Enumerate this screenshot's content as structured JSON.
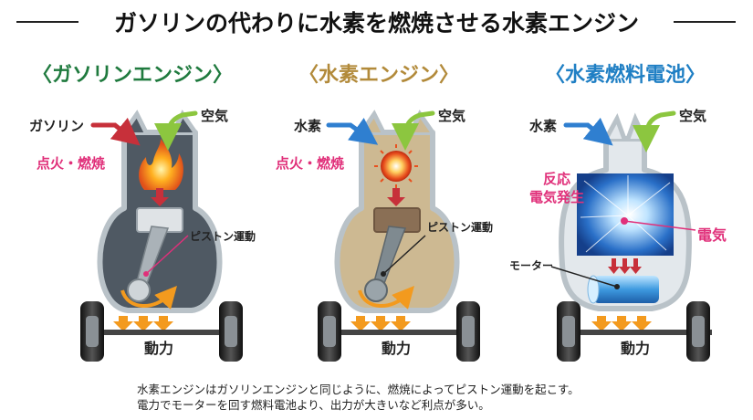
{
  "title": "ガソリンの代わりに水素を燃焼させる水素エンジン",
  "panels": {
    "gasoline": {
      "heading": "〈ガソリンエンジン〉",
      "fuel": "ガソリン",
      "air": "空気",
      "ignition": "点火・燃焼",
      "piston": "ピストン運動",
      "power": "動力"
    },
    "hydrogen": {
      "heading": "〈水素エンジン〉",
      "fuel": "水素",
      "air": "空気",
      "ignition": "点火・燃焼",
      "piston": "ピストン運動",
      "power": "動力"
    },
    "fuelcell": {
      "heading": "〈水素燃料電池〉",
      "fuel": "水素",
      "air": "空気",
      "reaction": "反応\n電気発生",
      "reaction_line1": "反応",
      "reaction_line2": "電気発生",
      "electricity": "電気",
      "motor": "モーター",
      "power": "動力"
    }
  },
  "caption": {
    "line1": "水素エンジンはガソリンエンジンと同じように、燃焼によってピストン運動を起こす。",
    "line2": "電力でモーターを回す燃料電池より、出力が大きいなど利点が多い。"
  },
  "colors": {
    "gasoline_heading": "#1f7a3e",
    "hydrogen_heading": "#b28a3a",
    "fuelcell_heading": "#1f7fc4",
    "ignition_pink": "#e0307a",
    "fuel_arrow_red": "#c7303a",
    "fuel_arrow_blue": "#2f7fd0",
    "air_arrow_green": "#8cc63f",
    "power_arrow_orange": "#f39a1e"
  }
}
